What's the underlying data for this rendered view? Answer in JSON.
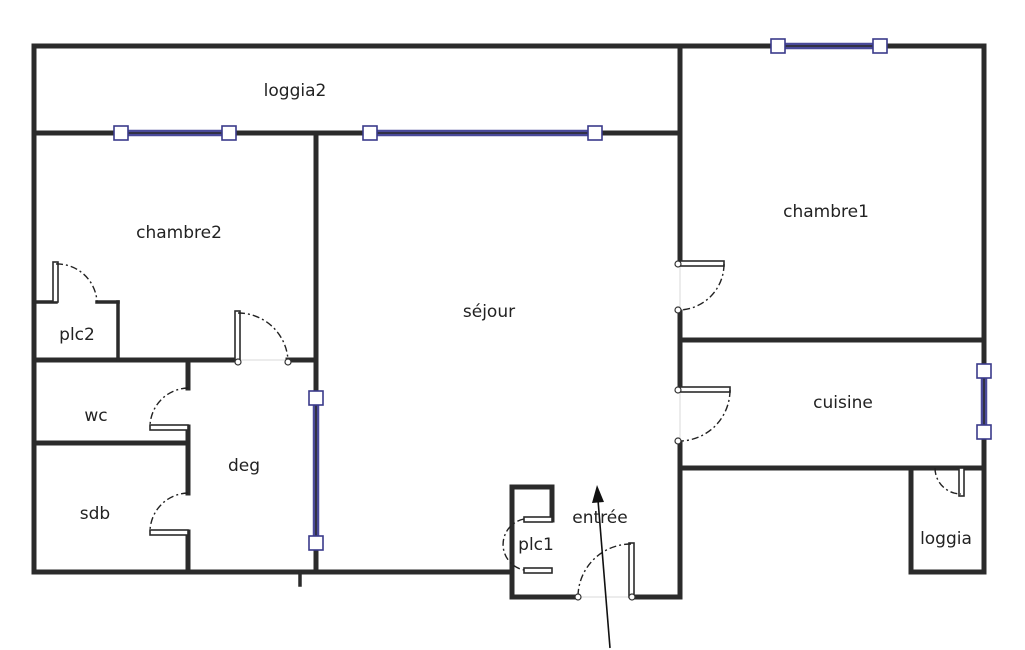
{
  "rooms": {
    "loggia2": "loggia2",
    "chambre2": "chambre2",
    "chambre1": "chambre1",
    "sejour": "séjour",
    "plc2": "plc2",
    "wc": "wc",
    "deg": "deg",
    "sdb": "sdb",
    "cuisine": "cuisine",
    "entree": "entrée",
    "plc1": "plc1",
    "loggia": "loggia"
  },
  "colors": {
    "wall": "#2b2b2b",
    "window": "#3a3a8a",
    "background": "#ffffff"
  }
}
